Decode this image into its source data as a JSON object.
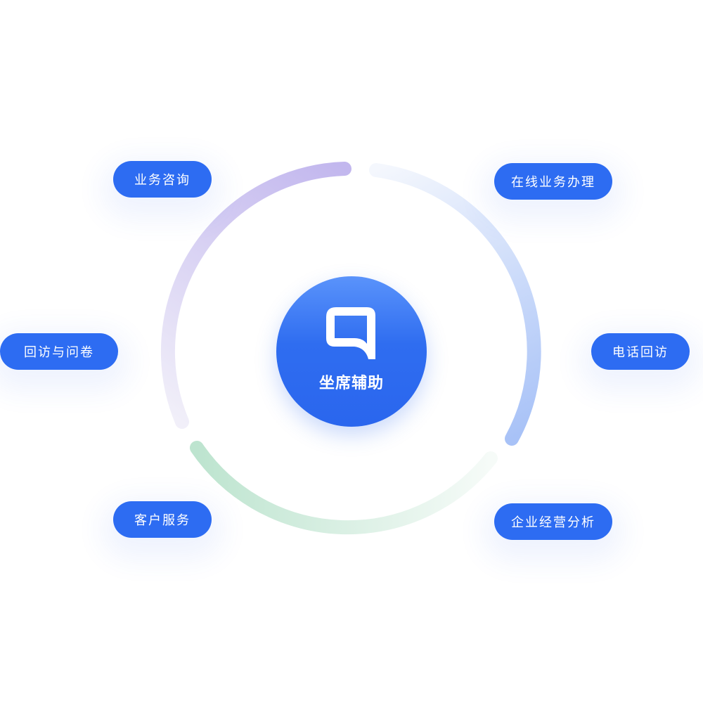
{
  "center": {
    "title": "坐席辅助",
    "icon": "document-logo-icon"
  },
  "nodes": [
    {
      "id": "business-consult",
      "label": "业务咨询"
    },
    {
      "id": "online-business",
      "label": "在线业务办理"
    },
    {
      "id": "revisit-survey",
      "label": "回访与问卷"
    },
    {
      "id": "phone-revisit",
      "label": "电话回访"
    },
    {
      "id": "customer-service",
      "label": "客户服务"
    },
    {
      "id": "enterprise-analysis",
      "label": "企业经营分析"
    }
  ],
  "colors": {
    "primary": "#2d6cf2",
    "hub_top": "#5a93fb",
    "hub_bottom": "#2a66ee",
    "arc_purple": "#c3b9ef",
    "arc_blue": "#a9c3f8",
    "arc_green": "#bfe5d1",
    "background": "#ffffff"
  }
}
